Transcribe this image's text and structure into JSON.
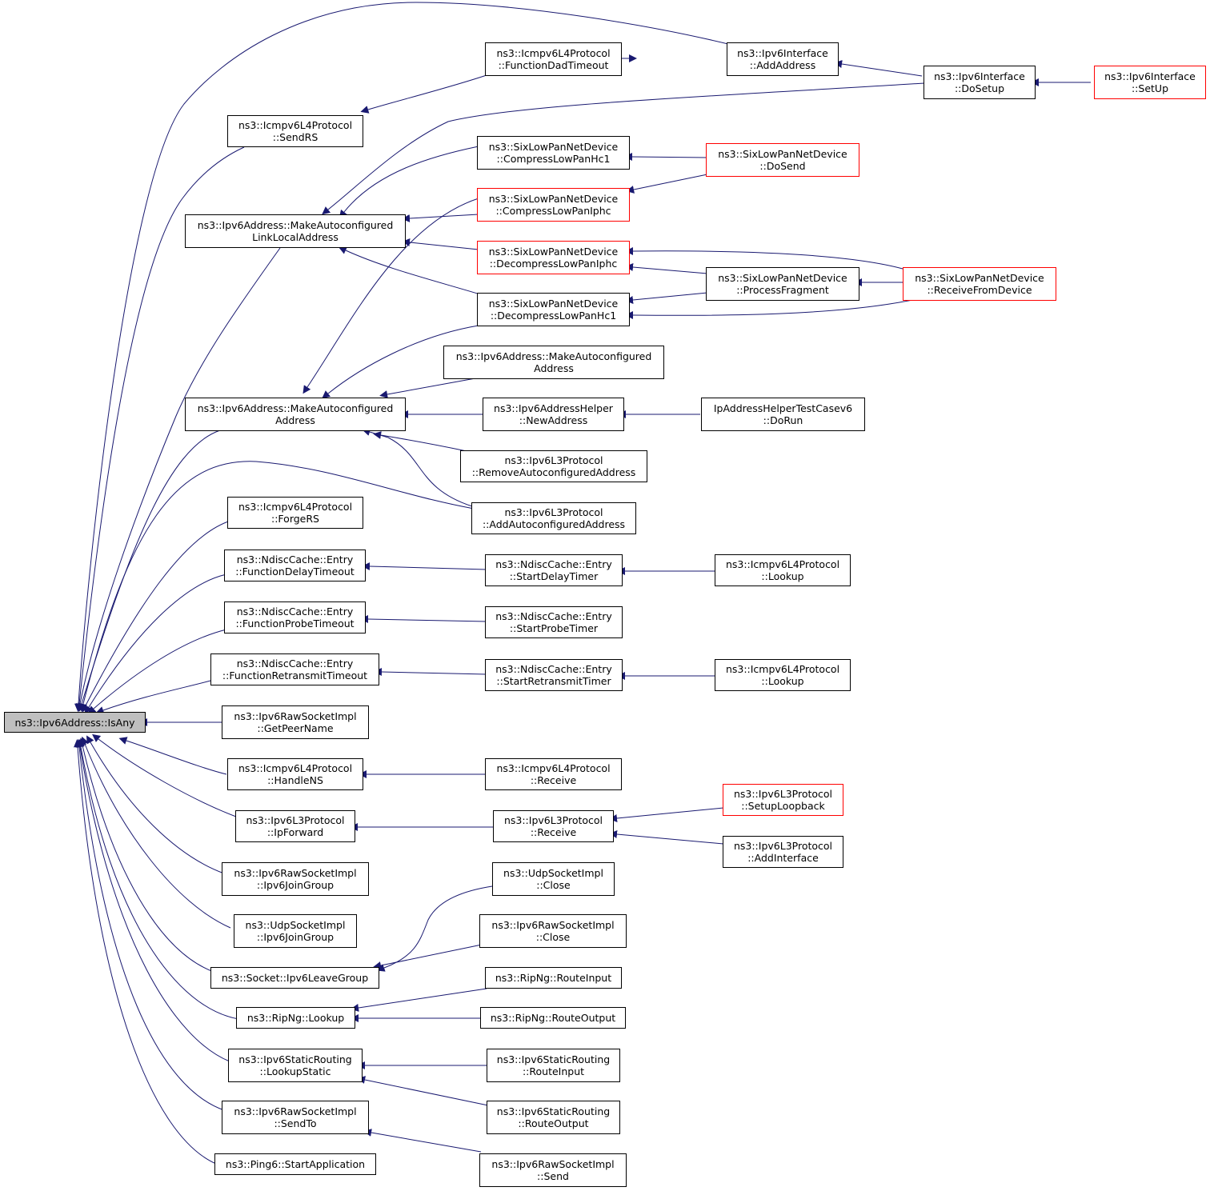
{
  "colors": {
    "edge": "#191970",
    "border": "#000000",
    "truncated_border": "#ff0000",
    "root_fill": "#bfbfbf",
    "background": "#ffffff"
  },
  "nodes": {
    "n_root": [
      "ns3::Ipv6Address::IsAny"
    ],
    "n_sendrs": [
      "ns3::Icmpv6L4Protocol",
      "::SendRS"
    ],
    "n_mallla": [
      "ns3::Ipv6Address::MakeAutoconfigured",
      "LinkLocalAddress"
    ],
    "n_maa": [
      "ns3::Ipv6Address::MakeAutoconfigured",
      "Address"
    ],
    "n_forgers": [
      "ns3::Icmpv6L4Protocol",
      "::ForgeRS"
    ],
    "n_fdelay": [
      "ns3::NdiscCache::Entry",
      "::FunctionDelayTimeout"
    ],
    "n_fprobe": [
      "ns3::NdiscCache::Entry",
      "::FunctionProbeTimeout"
    ],
    "n_fretx": [
      "ns3::NdiscCache::Entry",
      "::FunctionRetransmitTimeout"
    ],
    "n_getpeer": [
      "ns3::Ipv6RawSocketImpl",
      "::GetPeerName"
    ],
    "n_handlens": [
      "ns3::Icmpv6L4Protocol",
      "::HandleNS"
    ],
    "n_ipfwd": [
      "ns3::Ipv6L3Protocol",
      "::IpForward"
    ],
    "n_rawjoin": [
      "ns3::Ipv6RawSocketImpl",
      "::Ipv6JoinGroup"
    ],
    "n_udpjoin": [
      "ns3::UdpSocketImpl",
      "::Ipv6JoinGroup"
    ],
    "n_leave": [
      "ns3::Socket::Ipv6LeaveGroup"
    ],
    "n_ripnglookup": [
      "ns3::RipNg::Lookup"
    ],
    "n_lookupstatic": [
      "ns3::Ipv6StaticRouting",
      "::LookupStatic"
    ],
    "n_rawsendto": [
      "ns3::Ipv6RawSocketImpl",
      "::SendTo"
    ],
    "n_ping6": [
      "ns3::Ping6::StartApplication"
    ],
    "n_fdad": [
      "ns3::Icmpv6L4Protocol",
      "::FunctionDadTimeout"
    ],
    "n_addaddr": [
      "ns3::Ipv6Interface",
      "::AddAddress"
    ],
    "n_dosetup": [
      "ns3::Ipv6Interface",
      "::DoSetup"
    ],
    "n_setup": [
      "ns3::Ipv6Interface",
      "::SetUp"
    ],
    "n_chc1": [
      "ns3::SixLowPanNetDevice",
      "::CompressLowPanHc1"
    ],
    "n_dosend": [
      "ns3::SixLowPanNetDevice",
      "::DoSend"
    ],
    "n_ciphc": [
      "ns3::SixLowPanNetDevice",
      "::CompressLowPanIphc"
    ],
    "n_diphc": [
      "ns3::SixLowPanNetDevice",
      "::DecompressLowPanIphc"
    ],
    "n_procfrag": [
      "ns3::SixLowPanNetDevice",
      "::ProcessFragment"
    ],
    "n_recvdev": [
      "ns3::SixLowPanNetDevice",
      "::ReceiveFromDevice"
    ],
    "n_dhc1": [
      "ns3::SixLowPanNetDevice",
      "::DecompressLowPanHc1"
    ],
    "n_maa2": [
      "ns3::Ipv6Address::MakeAutoconfigured",
      "Address"
    ],
    "n_newaddr": [
      "ns3::Ipv6AddressHelper",
      "::NewAddress"
    ],
    "n_iptest": [
      "IpAddressHelperTestCasev6",
      "::DoRun"
    ],
    "n_removeauto": [
      "ns3::Ipv6L3Protocol",
      "::RemoveAutoconfiguredAddress"
    ],
    "n_addauto": [
      "ns3::Ipv6L3Protocol",
      "::AddAutoconfiguredAddress"
    ],
    "n_startdelay": [
      "ns3::NdiscCache::Entry",
      "::StartDelayTimer"
    ],
    "n_lookup1": [
      "ns3::Icmpv6L4Protocol",
      "::Lookup"
    ],
    "n_startprobe": [
      "ns3::NdiscCache::Entry",
      "::StartProbeTimer"
    ],
    "n_startretx": [
      "ns3::NdiscCache::Entry",
      "::StartRetransmitTimer"
    ],
    "n_lookup2": [
      "ns3::Icmpv6L4Protocol",
      "::Lookup"
    ],
    "n_icmprecv": [
      "ns3::Icmpv6L4Protocol",
      "::Receive"
    ],
    "n_l3recv": [
      "ns3::Ipv6L3Protocol",
      "::Receive"
    ],
    "n_setuploop": [
      "ns3::Ipv6L3Protocol",
      "::SetupLoopback"
    ],
    "n_addif": [
      "ns3::Ipv6L3Protocol",
      "::AddInterface"
    ],
    "n_udpclose": [
      "ns3::UdpSocketImpl",
      "::Close"
    ],
    "n_rawclose": [
      "ns3::Ipv6RawSocketImpl",
      "::Close"
    ],
    "n_routein": [
      "ns3::RipNg::RouteInput"
    ],
    "n_routeout": [
      "ns3::RipNg::RouteOutput"
    ],
    "n_srouteinput": [
      "ns3::Ipv6StaticRouting",
      "::RouteInput"
    ],
    "n_srouteoutput": [
      "ns3::Ipv6StaticRouting",
      "::RouteOutput"
    ],
    "n_rawsend": [
      "ns3::Ipv6RawSocketImpl",
      "::Send"
    ]
  }
}
